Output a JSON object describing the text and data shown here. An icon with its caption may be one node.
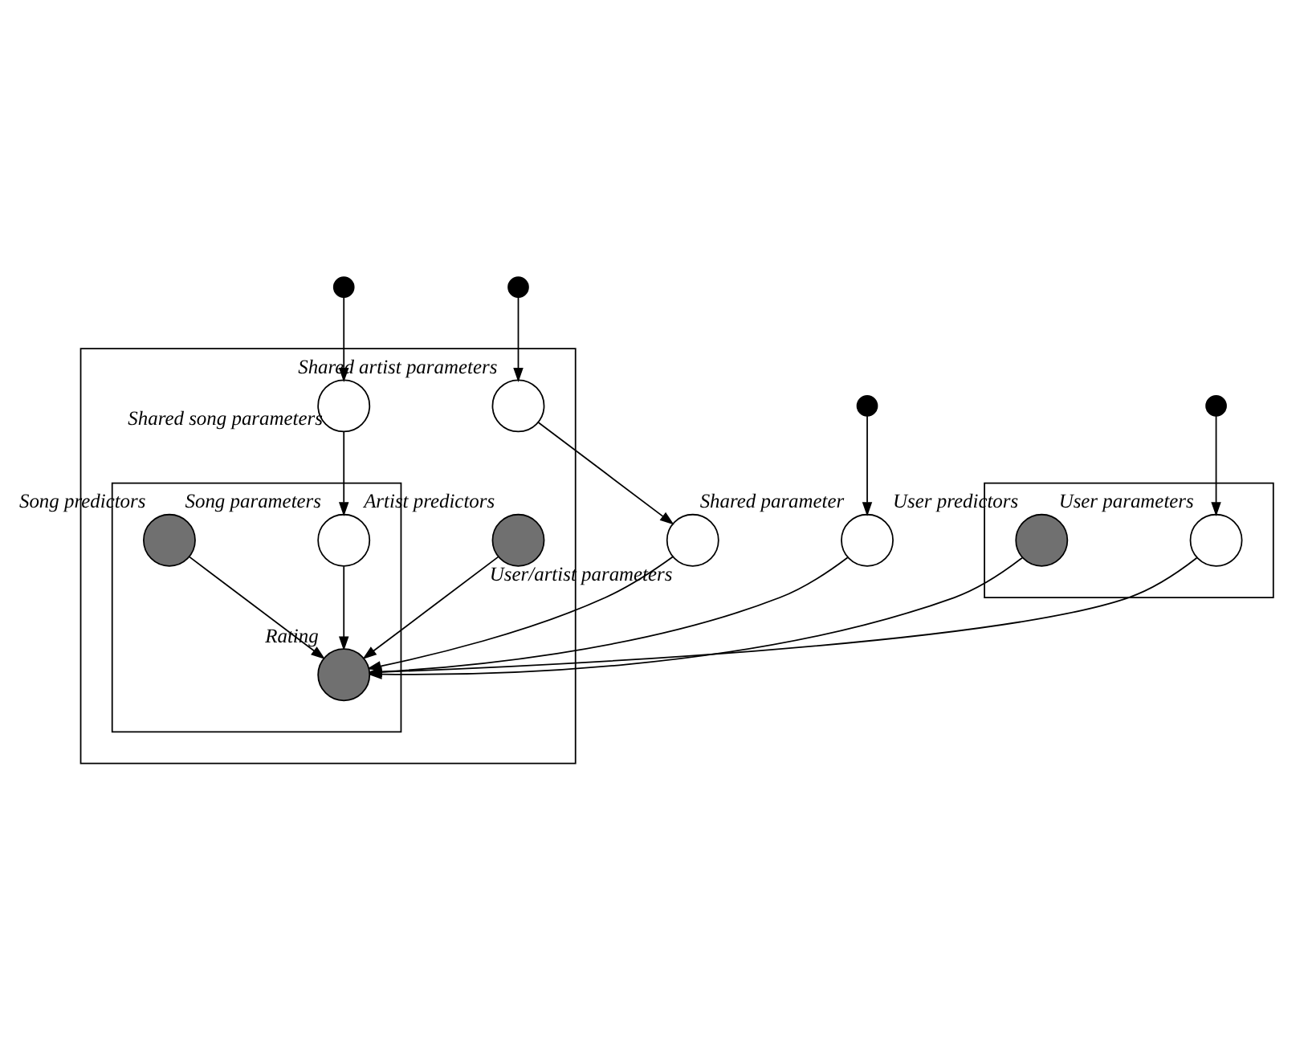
{
  "diagram": {
    "nodes": [
      {
        "text": [],
        "shape": "box"
      },
      {
        "text": [],
        "shape": "circle"
      },
      {
        "text": [],
        "shape": "circle",
        "in": 0,
        "beside": [
          "User predictors"
        ]
      },
      {
        "text": [],
        "shape": "circle",
        "in": 0,
        "beside": [
          "User parameters"
        ]
      },
      {
        "text": [],
        "shape": "box"
      },
      {
        "text": [],
        "shape": "circle",
        "beside": [
          "User/artist parameters"
        ]
      },
      {
        "text": [],
        "shape": "circle",
        "in": 4,
        "beside": [
          "Shared artist parameters"
        ]
      },
      {
        "text": [],
        "shape": "circle"
      },
      {
        "text": [],
        "shape": "box",
        "in": 4
      },
      {
        "text": [],
        "shape": "circle",
        "beside": [
          "Shared parameter"
        ]
      },
      {
        "text": [],
        "shape": "circle"
      },
      {
        "text": [],
        "shape": "circle",
        "in": 8,
        "beside": [
          "Rating"
        ]
      },
      {
        "text": [],
        "shape": "circle",
        "in": 4,
        "beside": [
          "Artist predictors"
        ]
      },
      {
        "text": [],
        "shape": "circle",
        "in": 8,
        "beside": [
          "Song predictors"
        ]
      },
      {
        "text": [],
        "shape": "circle",
        "in": 8,
        "beside": [
          "Song parameters"
        ]
      },
      {
        "text": [],
        "shape": "circle",
        "in": 4,
        "beside": [
          "Shared song parameters"
        ]
      },
      {
        "text": [],
        "shape": "circle"
      }
    ],
    "edges": [
      {
        "from": 1,
        "to": 3,
        "arrow": "to"
      },
      {
        "from": 2,
        "to": 11,
        "arrow": "to"
      },
      {
        "from": 3,
        "to": 11,
        "arrow": "to"
      },
      {
        "from": 7,
        "to": 6,
        "arrow": "to"
      },
      {
        "from": 6,
        "to": 5,
        "arrow": "to"
      },
      {
        "from": 5,
        "to": 11,
        "arrow": "to"
      },
      {
        "from": 10,
        "to": 9,
        "arrow": "to"
      },
      {
        "from": 9,
        "to": 11,
        "arrow": "to"
      },
      {
        "from": 12,
        "to": 11,
        "arrow": "to"
      },
      {
        "from": 13,
        "to": 11,
        "arrow": "to"
      },
      {
        "from": 14,
        "to": 11,
        "arrow": "to"
      },
      {
        "from": 16,
        "to": 15,
        "arrow": "to"
      },
      {
        "from": 15,
        "to": 14,
        "arrow": "to"
      }
    ]
  }
}
